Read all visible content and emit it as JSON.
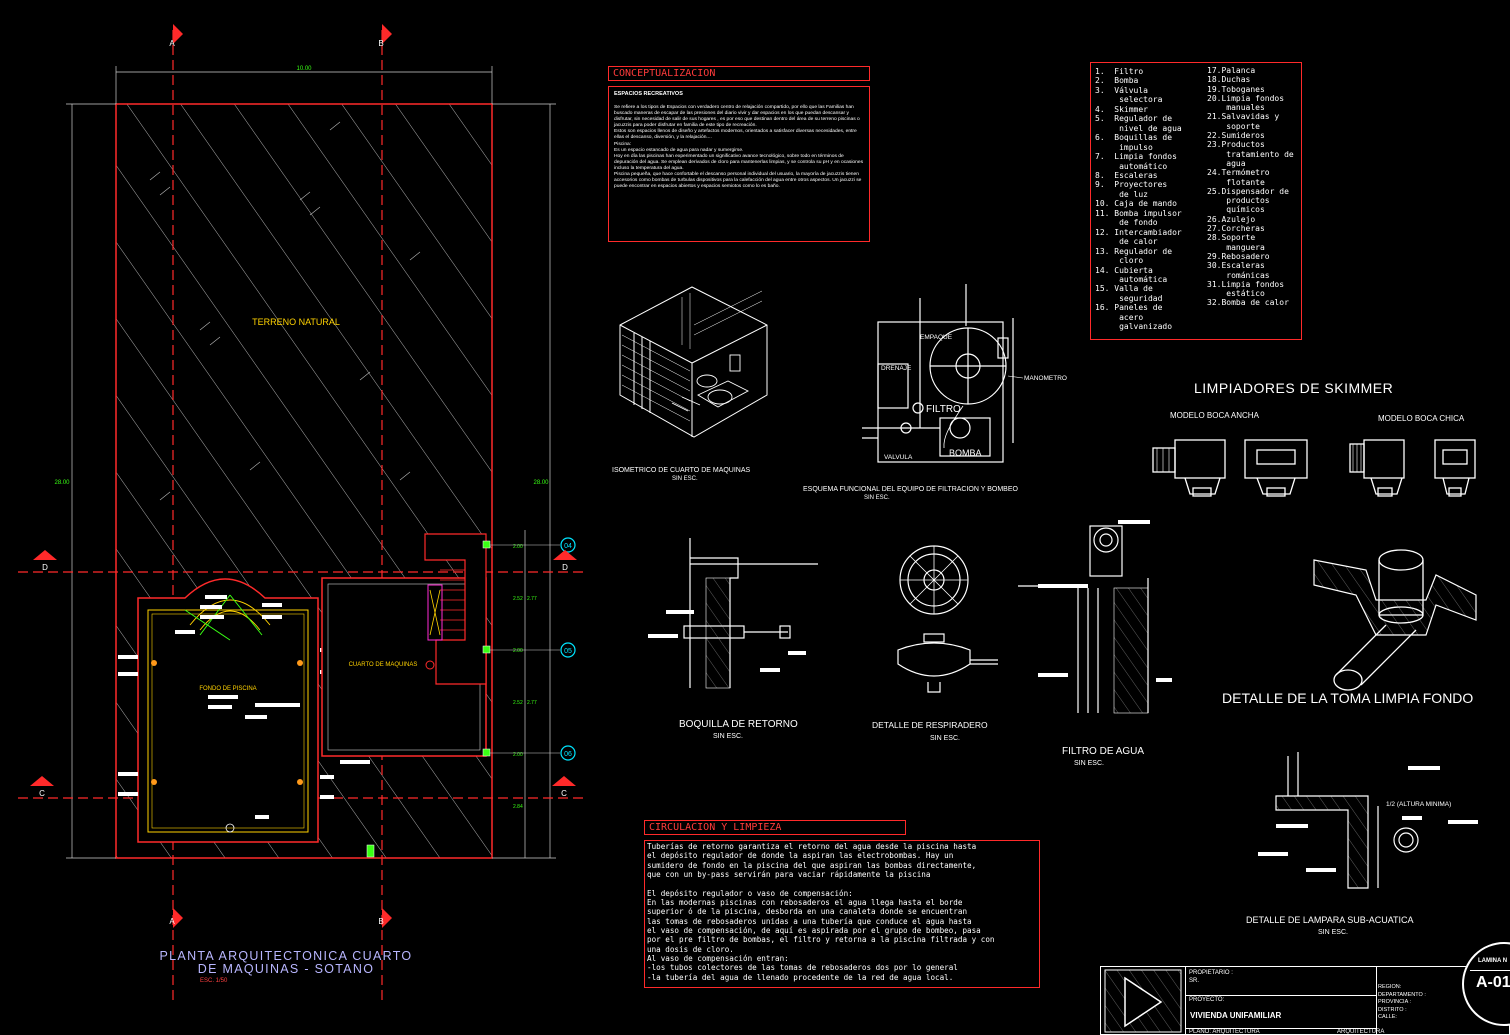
{
  "plan": {
    "title_line1": "PLANTA ARQUITECTONICA CUARTO",
    "title_line2": "DE MAQUINAS - SOTANO",
    "scale": "ESC. 1/50",
    "terrain": "TERRENO NATURAL",
    "pool_bottom": "FONDO DE PISCINA",
    "machine_room": "CUARTO DE MAQUINAS",
    "dim_top": "10.00",
    "dim_left": "28.00",
    "dim_right": "28.00",
    "dims_right_side": [
      "2.00",
      "2.52",
      "2.77",
      "2.00",
      "2.52",
      "2.77",
      "2.00",
      "2.84"
    ],
    "section_marks": [
      "A",
      "B",
      "A",
      "B",
      "D",
      "D",
      "C",
      "C"
    ],
    "axis_marks": [
      "04",
      "05",
      "06"
    ]
  },
  "concept": {
    "header": "CONCEPTUALIZACION",
    "subheader": "ESPACIOS RECREATIVOS",
    "body": "Se refiere a los tipos de Espacios con verdadero centro de relajación compartido, por ello que las Familias han buscado maneras de escapar de las presiones del diario vivir y dar espacios en los que puedan descansar y disfrutar, sin necesidad de salir de sus hogares , es por eso que destinan dentro del área de su terreno piscinas o jacuzzis para poder disfrutar en familia de este tipo de recreación.\nEstos son espacios llenos de diseño y artefactos modernos, orientados a satisfacer diversas necesidades, entre ellas el descanso, diversión, y la relajación....\nPiscina:\nEs un espacio estancado de agua para nadar y sumergirse.\nHoy en día las piscinas han experimentado un significativo avance tecnológico, sobre todo en términos de depuración del agua. Se emplean derivados de cloro para mantenerlas limpias, y se controla su pH y en ocasiones incluso la temperatura del agua.\nPiscina pequeña, que hace confortable el descanso personal individual del usuario, la mayoría de jacuzzis tienen accesorios como bombas de turbulas dispositivos para la calefacción del agua entre otros aspectos. Un jacuzzi se puede encontrar en espacios abiertos y espacios semiotos como lo es baño."
  },
  "legend": {
    "col1": [
      "1.  Filtro",
      "2.  Bomba",
      "3.  Válvula",
      "     selectora",
      "4.  Skimmer",
      "5.  Regulador de",
      "     nivel de agua",
      "6.  Boquillas de",
      "     impulso",
      "7.  Limpia fondos",
      "     automático",
      "8.  Escaleras",
      "9.  Proyectores",
      "     de luz",
      "10. Caja de mando",
      "11. Bomba impulsor",
      "     de fondo",
      "12. Intercambiador",
      "     de calor",
      "13. Regulador de",
      "     cloro",
      "14. Cubierta",
      "     automática",
      "15. Valla de",
      "     seguridad",
      "16. Paneles de",
      "     acero",
      "     galvanizado"
    ],
    "col2": [
      "17.Palanca",
      "18.Duchas",
      "19.Toboganes",
      "20.Limpia fondos",
      "    manuales",
      "21.Salvavidas y",
      "    soporte",
      "22.Sumideros",
      "23.Productos",
      "    tratamiento de",
      "    agua",
      "24.Termómetro",
      "    flotante",
      "25.Dispensador de",
      "    productos",
      "    químicos",
      "26.Azulejo",
      "27.Corcheras",
      "28.Soporte",
      "    manguera",
      "29.Rebosadero",
      "30.Escaleras",
      "    románicas",
      "31.Limpia fondos",
      "    estático",
      "32.Bomba de calor"
    ]
  },
  "iso": {
    "title": "ISOMETRICO DE CUARTO DE MAQUINAS",
    "sub": "SIN ESC."
  },
  "scheme": {
    "title": "ESQUEMA FUNCIONAL DEL EQUIPO DE FILTRACION Y BOMBEO",
    "sub": "SIN ESC.",
    "labels": {
      "empaque": "EMPAQUE",
      "drenaje": "DRENAJE",
      "manometro": "MANOMETRO",
      "filtro": "FILTRO",
      "valvula": "VALVULA",
      "bomba": "BOMBA"
    }
  },
  "skimmer": {
    "title": "LIMPIADORES DE SKIMMER",
    "wide": "MODELO BOCA ANCHA",
    "narrow": "MODELO BOCA CHICA"
  },
  "boquilla": {
    "title": "BOQUILLA DE RETORNO",
    "sub": "SIN ESC."
  },
  "respirador": {
    "title": "DETALLE DE RESPIRADERO",
    "sub": "SIN ESC."
  },
  "filtro_agua": {
    "title": "FILTRO DE AGUA",
    "sub": "SIN ESC."
  },
  "toma": {
    "title": "DETALLE DE LA TOMA LIMPIA FONDO"
  },
  "lampara": {
    "title": "DETALLE DE LAMPARA SUB-ACUATICA",
    "sub": "SIN ESC.",
    "note": "1/2 (ALTURA MINIMA)"
  },
  "circulacion": {
    "header": "CIRCULACION Y LIMPIEZA",
    "body": "Tuberías de retorno garantiza el retorno del agua desde la piscina hasta\nel depósito regulador de donde la aspiran las electrobombas. Hay un\nsumidero de fondo en la piscina del que aspiran las bombas directamente,\nque con un by-pass servirán para vaciar rápidamente la piscina\n\nEl depósito regulador o vaso de compensación:\nEn las modernas piscinas con rebosaderos el agua llega hasta el borde\nsuperior ó de la piscina, desborda en una canaleta donde se encuentran\nlas tomas de rebosaderos unidas a una tubería que conduce el agua hasta\nel vaso de compensación, de aquí es aspirada por el grupo de bombeo, pasa\npor el pre filtro de bombas, el filtro y retorna a la piscina filtrada y con\nuna dosis de cloro.\nAl vaso de compensación entran:\n-los tubos colectores de las tomas de rebosaderos dos por lo general\n-la tubería del agua de llenado procedente de la red de agua local."
  },
  "titleblock": {
    "propietario_label": "PROPIETARIO :",
    "propietario_value": "SR.",
    "proyecto_label": "PROYECTO:",
    "proyecto_value": "VIVIENDA UNIFAMILIAR",
    "plano_label": "PLANO: ARQUITECTURA",
    "region": "REGION:",
    "departamento": "DEPARTAMENTO :",
    "provincia": "PROVINCIA :",
    "distrito": "DISTRITO :",
    "calle": "CALLE:",
    "arquitectura": "ARQUITECTURA",
    "lamina_label": "LAMINA N",
    "lamina_value": "A-01"
  },
  "colors": {
    "red": "#ff2a2a",
    "yellow": "#ffd200",
    "cyan": "#00e5ff",
    "green": "#39ff14",
    "magenta": "#ff2bd6",
    "lilac": "#b8b6ff"
  }
}
